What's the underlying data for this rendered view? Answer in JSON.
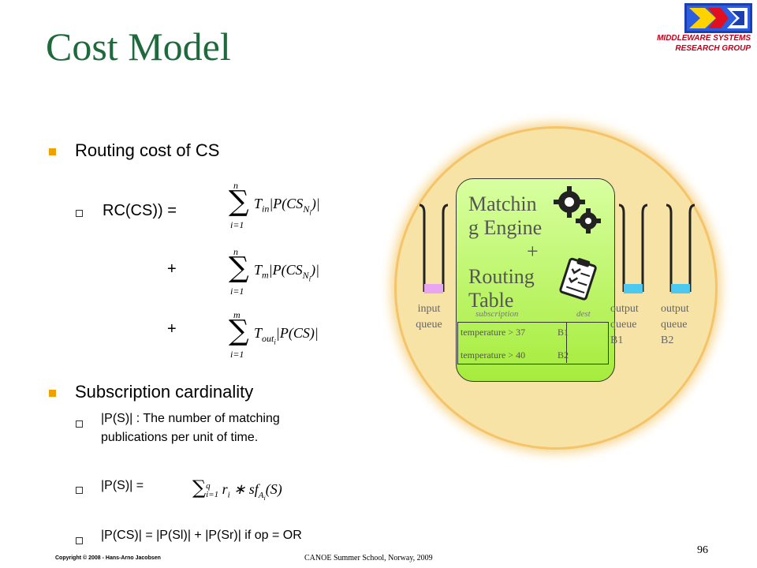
{
  "slide": {
    "title": "Cost Model",
    "logo": {
      "line1": "MIDDLEWARE SYSTEMS",
      "line2": "RESEARCH GROUP"
    },
    "bullets": {
      "routing_cost": "Routing cost of CS",
      "rc_label": "RC(CS)) =",
      "plus1": "+",
      "plus2": "+",
      "subscription_cardinality": "Subscription cardinality",
      "ps_desc_line1": "|P(S)| : The number of matching",
      "ps_desc_line2": "publications  per unit of time.",
      "ps_eq": "|P(S)|    =",
      "pcs_eq": "|P(CS)| =    |P(Sl)| + |P(Sr)|     if op = OR"
    },
    "formulas": {
      "sum1_top": "n",
      "sum1_bottom": "i=1",
      "sum1_term": "T",
      "sum1_sub": "in",
      "sum1_rest": "|P(CS",
      "sum1_subsub": "N",
      "sum1_subsubsub": "i",
      "sum1_end": ")|",
      "sum2_top": "n",
      "sum2_bottom": "i=1",
      "sum2_term": "T",
      "sum2_sub": "m",
      "sum2_rest": "|P(CS",
      "sum2_subsub": "N",
      "sum2_subsubsub": "i",
      "sum2_end": ")|",
      "sum3_top": "m",
      "sum3_bottom": "i=1",
      "sum3_term": "T",
      "sum3_sub": "out",
      "sum3_subsub": "i",
      "sum3_rest": "|P(CS)|",
      "sum4_sup": "q",
      "sum4_sub": "i=1",
      "sum4_term": "r",
      "sum4_termsub": "i",
      "sum4_mid": " ∗ sf",
      "sum4_sfsub": "A",
      "sum4_sfsubsub": "i",
      "sum4_end": "(S)"
    },
    "diagram": {
      "engine_line1": "Matchin",
      "engine_line2": "g Engine",
      "engine_plus": "+",
      "routing_line1": "Routing",
      "routing_line2": "Table",
      "input_queue": [
        "input",
        "queue"
      ],
      "output_queue_b1": [
        "output",
        "queue",
        "B1"
      ],
      "output_queue_b2": [
        "output",
        "queue",
        "B2"
      ],
      "table_header_subscription": "subscription",
      "table_header_dest": "dest",
      "table_rows": [
        {
          "subscription": "temperature > 37",
          "dest": "B1"
        },
        {
          "subscription": "temperature > 40",
          "dest": "B2"
        }
      ]
    },
    "footer": {
      "copyright": "Copyright © 2008 - Hans-Arno Jacobsen",
      "event": "CANOE Summer School, Norway, 2009",
      "page": "96"
    },
    "colors": {
      "title": "#1f6a3c",
      "bullet": "#f0a000",
      "logo_text": "#c0001a",
      "circle": "#f7e3a6",
      "engine": "#b8f05a"
    }
  }
}
